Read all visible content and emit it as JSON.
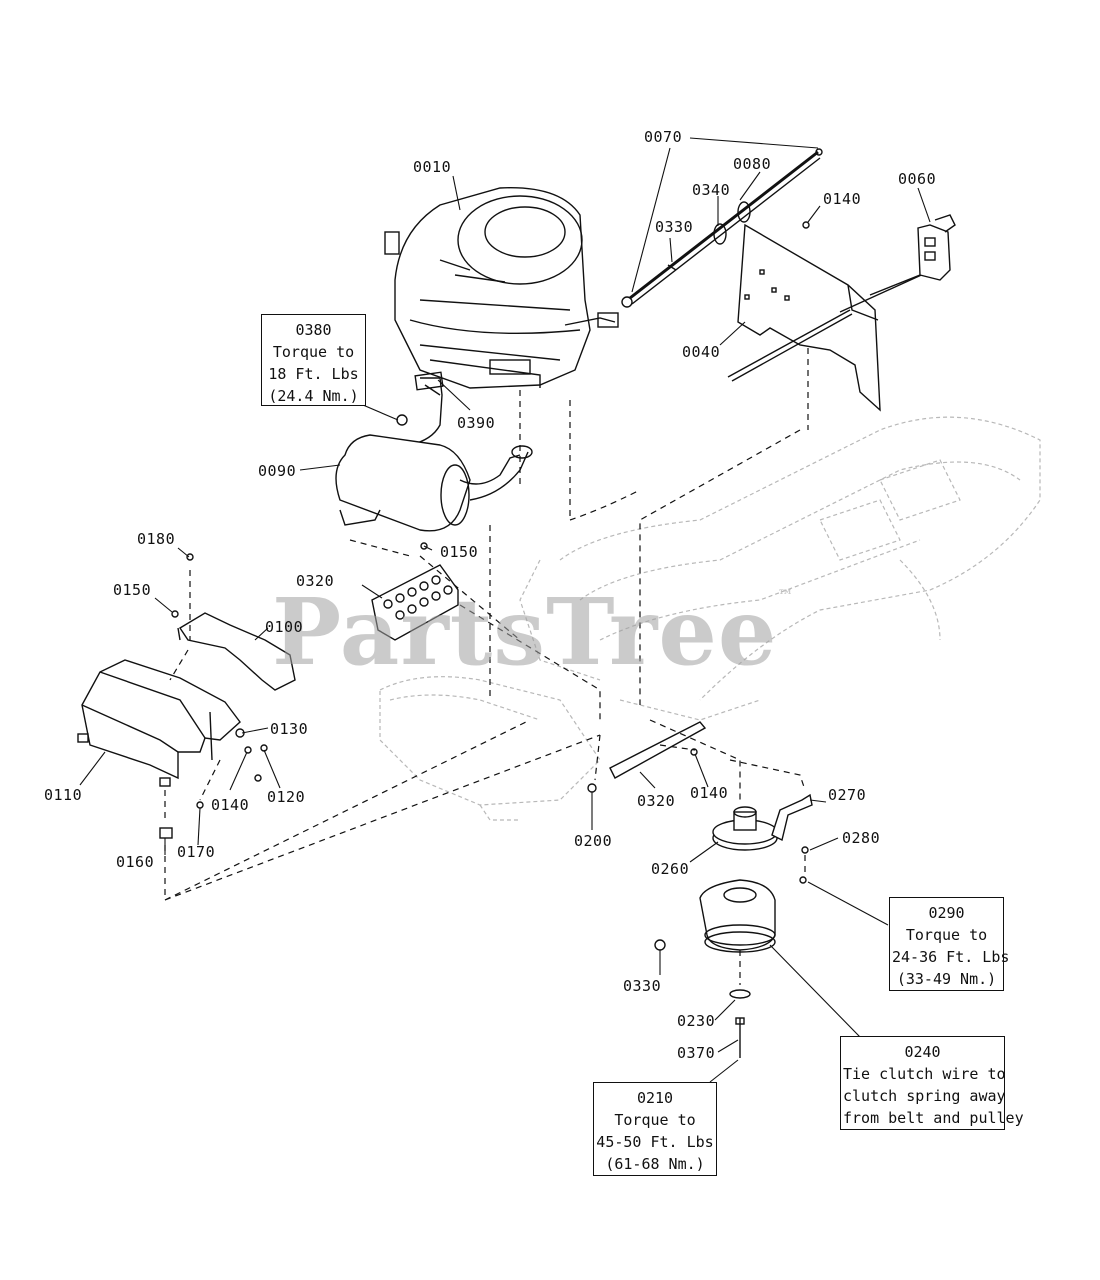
{
  "watermark": {
    "text": "PartsTree",
    "mark": "™"
  },
  "labels": {
    "l0010": "0010",
    "l0070": "0070",
    "l0080": "0080",
    "l0340": "0340",
    "l0140a": "0140",
    "l0060": "0060",
    "l0330a": "0330",
    "l0040": "0040",
    "l0390": "0390",
    "l0090": "0090",
    "l0180": "0180",
    "l0150a": "0150",
    "l0150b": "0150",
    "l0320a": "0320",
    "l0100": "0100",
    "l0130": "0130",
    "l0110": "0110",
    "l0140b": "0140",
    "l0120": "0120",
    "l0160": "0160",
    "l0170": "0170",
    "l0200": "0200",
    "l0320b": "0320",
    "l0140c": "0140",
    "l0270": "0270",
    "l0280": "0280",
    "l0260": "0260",
    "l0330b": "0330",
    "l0230": "0230",
    "l0370": "0370"
  },
  "notes": {
    "n0380": [
      "0380",
      "Torque to",
      "18 Ft. Lbs",
      "(24.4 Nm.)"
    ],
    "n0290": [
      "0290",
      "Torque to",
      "24-36 Ft. Lbs",
      "(33-49 Nm.)"
    ],
    "n0240": [
      "0240",
      "Tie clutch wire to",
      "clutch spring away",
      "from belt and pulley"
    ],
    "n0210": [
      "0210",
      "Torque to",
      "45-50 Ft. Lbs",
      "(61-68 Nm.)"
    ]
  }
}
